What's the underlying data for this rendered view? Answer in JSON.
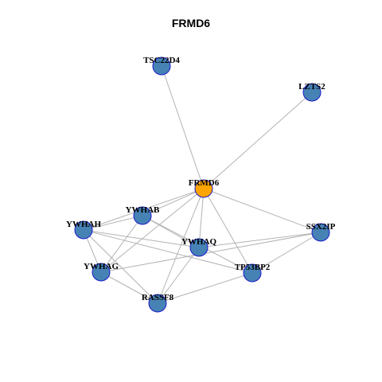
{
  "title": "FRMD6",
  "colors": {
    "hub_fill": "#FFA500",
    "node_fill": "#4682B4",
    "node_stroke": "#1A1ACC",
    "edge": "#B3B3B3"
  },
  "nodes": [
    {
      "id": "FRMD6",
      "label": "FRMD6",
      "hub": true
    },
    {
      "id": "TSC22D4",
      "label": "TSC22D4",
      "hub": false
    },
    {
      "id": "LZTS2",
      "label": "LZTS2",
      "hub": false
    },
    {
      "id": "YWHAB",
      "label": "YWHAB",
      "hub": false
    },
    {
      "id": "YWHAH",
      "label": "YWHAH",
      "hub": false
    },
    {
      "id": "SSX2IP",
      "label": "SSX2IP",
      "hub": false
    },
    {
      "id": "YWHAQ",
      "label": "YWHAQ",
      "hub": false
    },
    {
      "id": "YWHAG",
      "label": "YWHAG",
      "hub": false
    },
    {
      "id": "TP53BP2",
      "label": "TP53BP2",
      "hub": false
    },
    {
      "id": "RASSF8",
      "label": "RASSF8",
      "hub": false
    }
  ],
  "edges": [
    [
      "FRMD6",
      "TSC22D4"
    ],
    [
      "FRMD6",
      "LZTS2"
    ],
    [
      "FRMD6",
      "YWHAB"
    ],
    [
      "FRMD6",
      "YWHAH"
    ],
    [
      "FRMD6",
      "SSX2IP"
    ],
    [
      "FRMD6",
      "YWHAQ"
    ],
    [
      "FRMD6",
      "YWHAG"
    ],
    [
      "FRMD6",
      "TP53BP2"
    ],
    [
      "FRMD6",
      "RASSF8"
    ],
    [
      "YWHAB",
      "YWHAH"
    ],
    [
      "YWHAB",
      "YWHAQ"
    ],
    [
      "YWHAB",
      "YWHAG"
    ],
    [
      "YWHAB",
      "TP53BP2"
    ],
    [
      "YWHAH",
      "YWHAQ"
    ],
    [
      "YWHAH",
      "YWHAG"
    ],
    [
      "YWHAH",
      "TP53BP2"
    ],
    [
      "YWHAH",
      "RASSF8"
    ],
    [
      "YWHAQ",
      "SSX2IP"
    ],
    [
      "YWHAQ",
      "RASSF8"
    ],
    [
      "YWHAG",
      "SSX2IP"
    ],
    [
      "YWHAG",
      "RASSF8"
    ],
    [
      "SSX2IP",
      "TP53BP2"
    ],
    [
      "TP53BP2",
      "RASSF8"
    ]
  ]
}
